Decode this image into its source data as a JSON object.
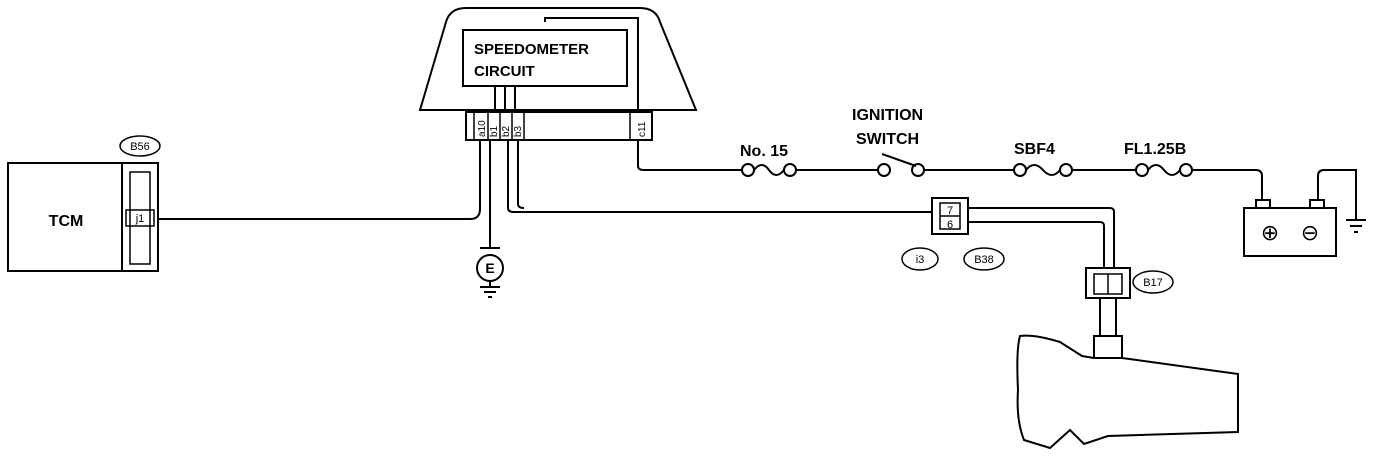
{
  "components": {
    "tcm": "TCM",
    "speedometer_line1": "SPEEDOMETER",
    "speedometer_line2": "CIRCUIT",
    "fuse_no15": "No. 15",
    "ignition_line1": "IGNITION",
    "ignition_line2": "SWITCH",
    "sbf4": "SBF4",
    "fl125b": "FL1.25B",
    "ground_e": "E"
  },
  "connectors": {
    "b56": "B56",
    "i3": "i3",
    "b38": "B38",
    "b17": "B17"
  },
  "pins": {
    "tcm_j1": "j1",
    "a10": "a10",
    "b1": "b1",
    "b2": "b2",
    "b3": "b3",
    "c11": "c11",
    "p7": "7",
    "p6": "6"
  },
  "battery": {
    "positive": "⊕",
    "negative": "⊖"
  }
}
